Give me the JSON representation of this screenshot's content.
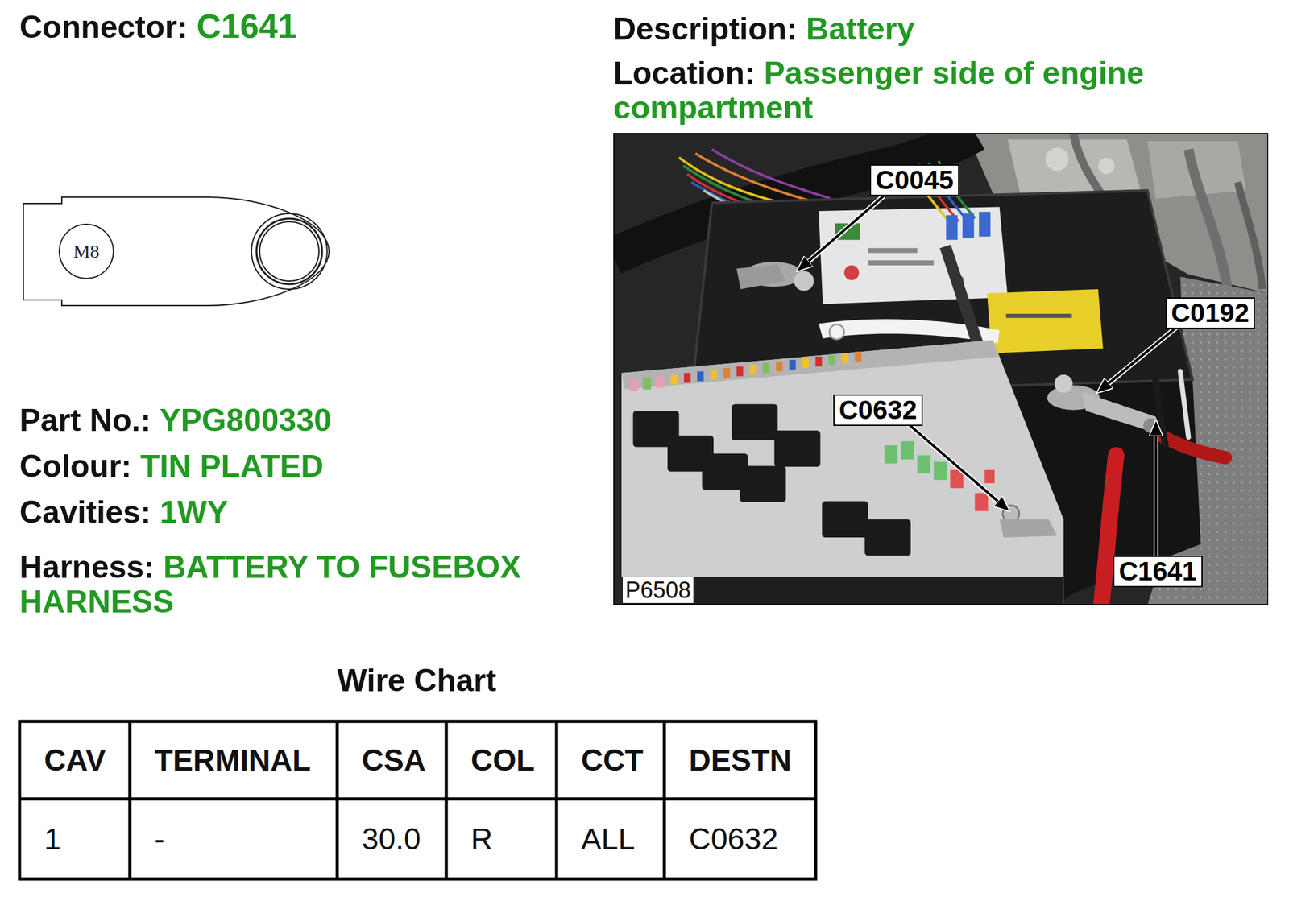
{
  "diagram": {
    "nodes": [
      {
        "text": [
          "M8"
        ]
      },
      {
        "text": [
          "C0045"
        ]
      },
      {
        "text": [
          "C0192"
        ]
      },
      {
        "text": [
          "C0632"
        ]
      },
      {
        "text": [
          "C1641"
        ]
      }
    ],
    "labels": [
      "Connector:",
      "C1641",
      "Description:",
      "Battery",
      "Location:",
      "Passenger side of engine compartment",
      "Part No.:",
      "YPG800330",
      "Colour:",
      "TIN PLATED",
      "Cavities:",
      "1WY",
      "Harness:",
      "BATTERY TO FUSEBOX HARNESS",
      "Wire Chart",
      "CAV",
      "TERMINAL",
      "CSA",
      "COL",
      "CCT",
      "DESTN",
      "1",
      "-",
      "30.0",
      "R",
      "ALL",
      "C0632",
      "P6508"
    ]
  }
}
